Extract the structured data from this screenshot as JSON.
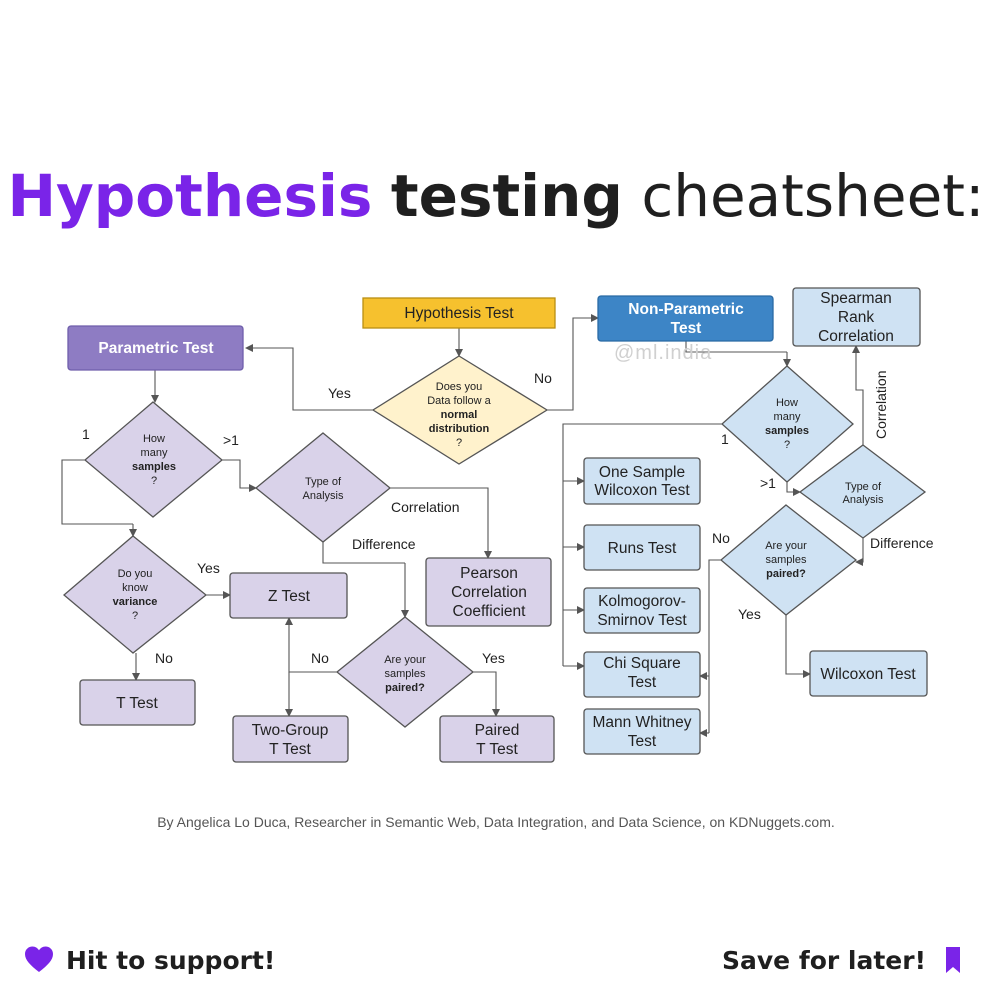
{
  "title": {
    "part1": "Hypothesis",
    "part2": "testing",
    "part3": "cheatsheet:"
  },
  "watermark": "@ml.india",
  "nodes": {
    "hypothesis_test": "Hypothesis Test",
    "parametric_test": "Parametric Test",
    "non_parametric_test": [
      "Non-Parametric",
      "Test"
    ],
    "spearman": [
      "Spearman",
      "Rank",
      "Correlation"
    ],
    "normal_q": [
      "Does you",
      "Data follow a",
      "normal",
      "distribution",
      "?"
    ],
    "p_samples_q": [
      "How",
      "many",
      "samples",
      "?"
    ],
    "p_type_q": [
      "Type of",
      "Analysis"
    ],
    "variance_q": [
      "Do you",
      "know",
      "variance",
      "?"
    ],
    "z_test": "Z Test",
    "t_test": "T Test",
    "pearson": [
      "Pearson",
      "Correlation",
      "Coefficient"
    ],
    "p_paired_q": [
      "Are your",
      "samples",
      "paired?"
    ],
    "two_group": [
      "Two-Group",
      "T Test"
    ],
    "paired_t": [
      "Paired",
      "T Test"
    ],
    "np_samples_q": [
      "How",
      "many",
      "samples",
      "?"
    ],
    "np_type_q": [
      "Type of",
      "Analysis"
    ],
    "np_paired_q": [
      "Are your",
      "samples",
      "paired?"
    ],
    "one_sample_wilcoxon": [
      "One Sample",
      "Wilcoxon Test"
    ],
    "runs_test": "Runs Test",
    "ks_test": [
      "Kolmogorov-",
      "Smirnov Test"
    ],
    "chi_square": [
      "Chi Square",
      "Test"
    ],
    "mann_whitney": [
      "Mann Whitney",
      "Test"
    ],
    "wilcoxon": "Wilcoxon Test"
  },
  "edges": {
    "yes": "Yes",
    "no": "No",
    "one": "1",
    "gt1": ">1",
    "correlation": "Correlation",
    "difference": "Difference"
  },
  "credit": "By Angelica Lo Duca, Researcher in Semantic Web, Data Integration, and Data Science, on KDNuggets.com.",
  "footer": {
    "support": "Hit to support!",
    "save": "Save for later!"
  },
  "colors": {
    "accent": "#7a24e8",
    "parametric": "#8e7cc3",
    "hypothesis": "#f6c12e",
    "non_parametric": "#3d85c6",
    "lavender": "#d9d2e9",
    "light_blue": "#cfe2f3",
    "cream": "#fff2cc"
  }
}
